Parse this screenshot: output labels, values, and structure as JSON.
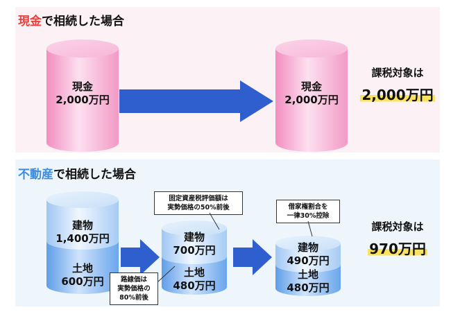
{
  "cash_section": {
    "heading_highlight": "現金",
    "heading_rest": "で相続した場合",
    "cylinder_before": {
      "name": "現金",
      "amount": "2,000万円"
    },
    "cylinder_after": {
      "name": "現金",
      "amount": "2,000万円"
    },
    "result_label": "課税対象は",
    "result_value": "2,000万円"
  },
  "realestate_section": {
    "heading_highlight": "不動産",
    "heading_rest": "で相続した場合",
    "stack_original": {
      "top": {
        "name": "建物",
        "amount": "1,400万円"
      },
      "bottom": {
        "name": "土地",
        "amount": "600万円"
      }
    },
    "stack_valued": {
      "top": {
        "name": "建物",
        "amount": "700万円"
      },
      "bottom": {
        "name": "土地",
        "amount": "480万円"
      }
    },
    "stack_final": {
      "top": {
        "name": "建物",
        "amount": "490万円"
      },
      "bottom": {
        "name": "土地",
        "amount": "480万円"
      }
    },
    "callout_building": [
      "固定資産税評価額は",
      "実勢価格の50%前後"
    ],
    "callout_land": [
      "路線価は",
      "実勢価格の",
      "80%前後"
    ],
    "callout_lease": [
      "借家権割合を",
      "一律30%控除"
    ],
    "result_label": "課税対象は",
    "result_value": "970万円"
  },
  "colors": {
    "pink_panel": "#fcf1f4",
    "blue_panel": "#eef6fb",
    "arrow": "#2f5fcf",
    "highlight_red": "#e8413c",
    "highlight_blue": "#3d8be0",
    "marker_yellow": "#f9e25d"
  }
}
